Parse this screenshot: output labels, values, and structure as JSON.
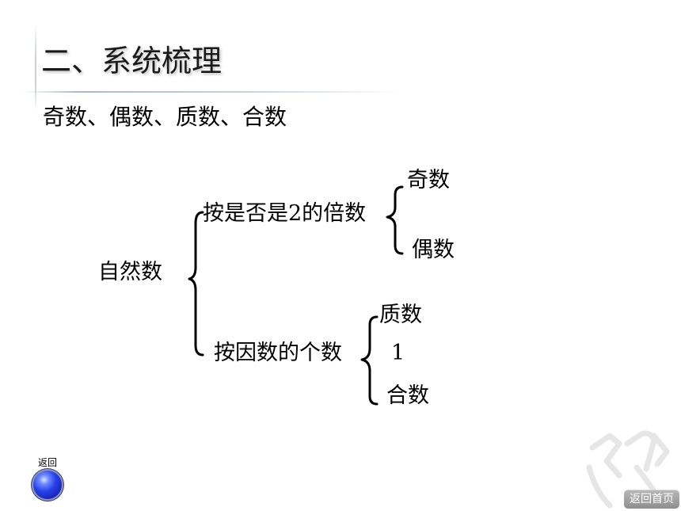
{
  "slide": {
    "title": "二、系统梳理",
    "subtitle": "奇数、偶数、质数、合数"
  },
  "tree": {
    "root": "自然数",
    "branch_parity": {
      "label": "按是否是2的倍数",
      "children": [
        "奇数",
        "偶数"
      ]
    },
    "branch_factors": {
      "label": "按因数的个数",
      "children": [
        "质数",
        "1",
        "合数"
      ]
    }
  },
  "nav": {
    "back_label": "返回",
    "home_label": "返回首页"
  }
}
